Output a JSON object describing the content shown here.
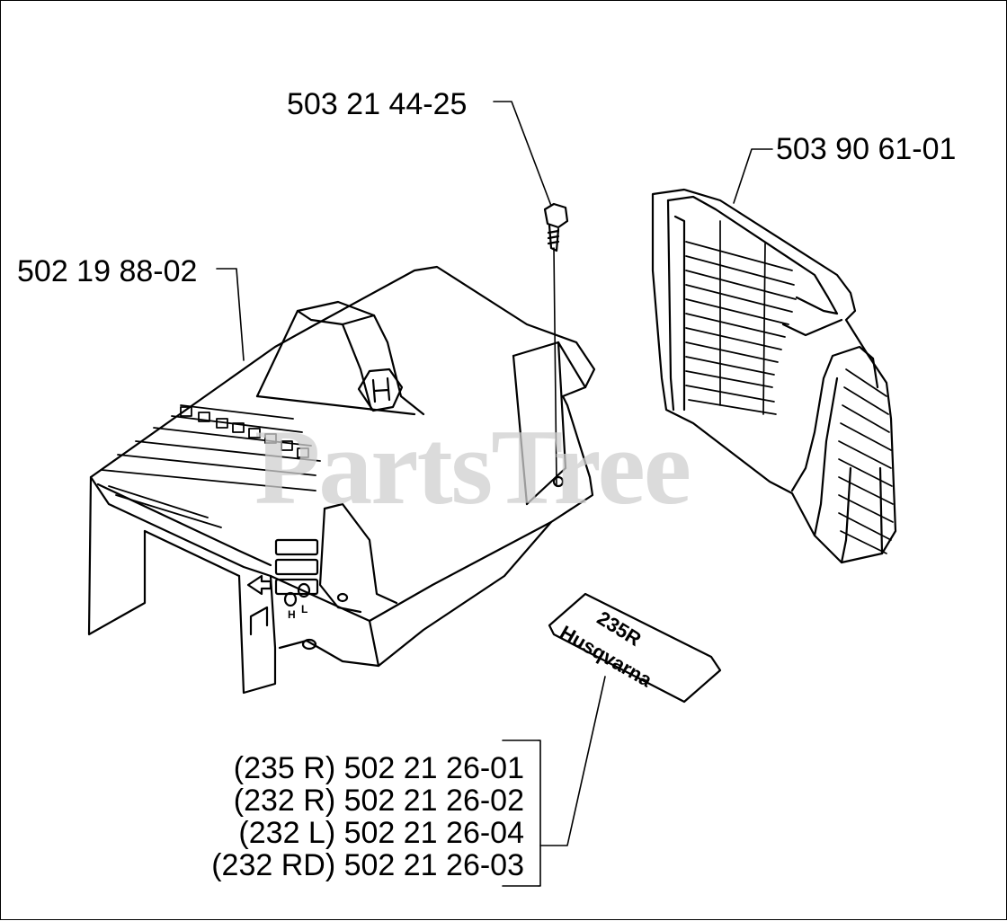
{
  "watermark": "PartsTree",
  "parts": {
    "screw": "503 21 44-25",
    "grille": "503 90 61-01",
    "cover": "502 19 88-02"
  },
  "decal": {
    "model": "235R",
    "brand": "Husqvarna",
    "variants": [
      "(235 R) 502 21 26-01",
      "(232 R) 502 21 26-02",
      "(232 L) 502 21 26-04",
      "(232 RD) 502 21 26-03"
    ]
  },
  "cover_marks": {
    "h": "H",
    "l": "L"
  }
}
